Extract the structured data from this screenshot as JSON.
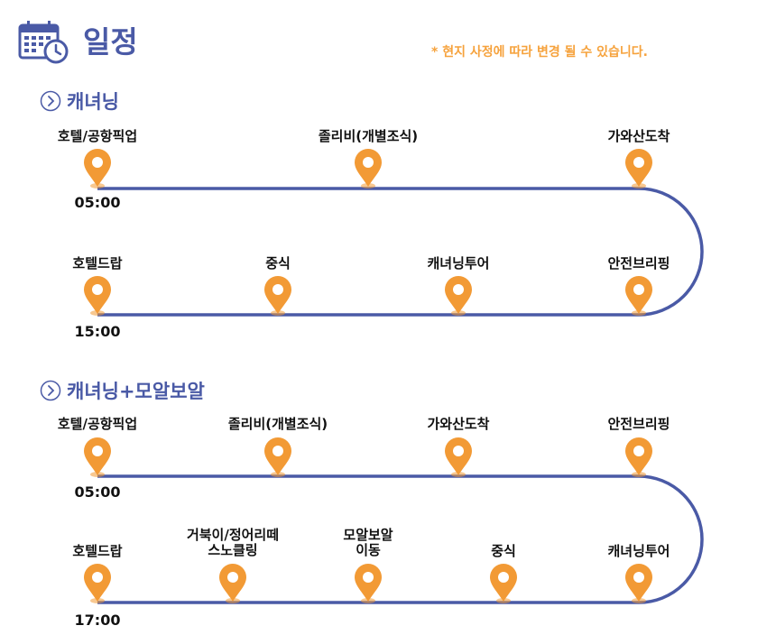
{
  "header": {
    "title": "일정",
    "icon": "calendar-clock-icon",
    "notice": "* 현지 사정에 따라 변경 될 수 있습니다."
  },
  "colors": {
    "accent": "#4a5aa6",
    "pin": "#f29a35",
    "notice": "#f6a23c",
    "route": "#4a5aa6"
  },
  "sections": [
    {
      "title": "캐녀닝",
      "row1": [
        "호텔/공항픽업",
        "졸리비(개별조식)",
        "가와산도착"
      ],
      "row2": [
        "호텔드랍",
        "중식",
        "캐녀닝투어",
        "안전브리핑"
      ],
      "start_time": "05:00",
      "end_time": "15:00"
    },
    {
      "title": "캐녀닝+모알보알",
      "row1": [
        "호텔/공항픽업",
        "졸리비(개별조식)",
        "가와산도착",
        "안전브리핑"
      ],
      "row2": [
        "호텔드랍",
        "거북이/정어리떼\n스노클링",
        "모알보알\n이동",
        "중식",
        "캐녀닝투어"
      ],
      "start_time": "05:00",
      "end_time": "17:00"
    }
  ]
}
